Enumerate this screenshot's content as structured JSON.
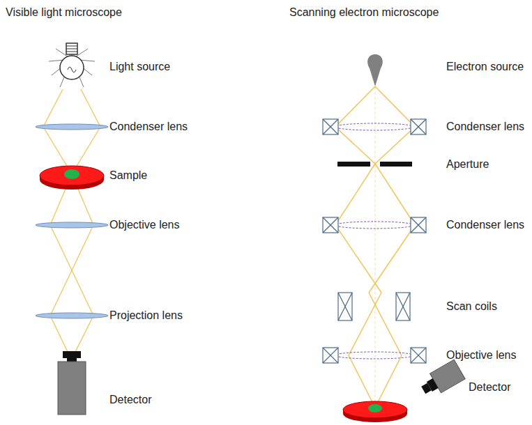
{
  "diagram": {
    "labels": [
      "Visible light microscope",
      "Scanning electron microscope",
      "Light source",
      "Condenser lens",
      "Sample",
      "Objective lens",
      "Projection lens",
      "Detector",
      "Electron source",
      "Condenser lens",
      "Aperture",
      "Condenser lens",
      "Scan coils",
      "Objective lens",
      "Detector"
    ]
  }
}
